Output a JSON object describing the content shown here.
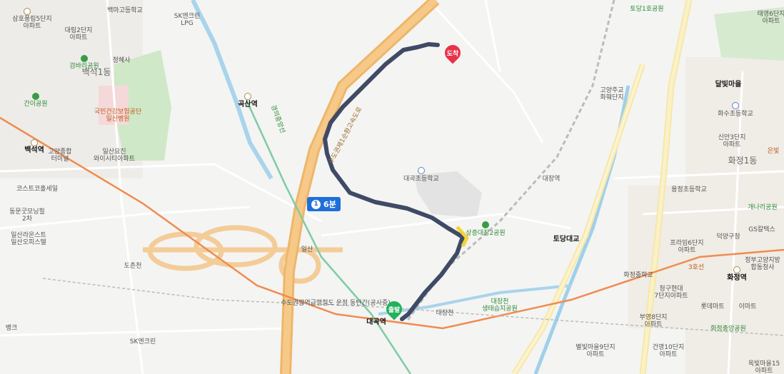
{
  "route": {
    "duration_badge": {
      "number": "1",
      "text": "6분"
    },
    "start_label": "출발",
    "end_label": "도착"
  },
  "labels": {
    "samho": "삼호풍림5단지\n아파트",
    "baekma_school": "백마고등학교",
    "sk_lpg": "SK엔크린\nLPG",
    "daelim": "대림2단지\n아파트",
    "jeonghyesa": "정혜사",
    "geombari_park": "검바리공원",
    "baekseok1": "백석1동",
    "ganyi_park": "간이공원",
    "hospital": "국민건강보험공단\n일산병원",
    "baekseok_station": "백석역",
    "goyang_terminal": "고양종합\n터미널",
    "ilsan_yojin": "일산요진\n와이시티아파트",
    "costco": "코스트코홀세일",
    "dongmun": "동문굿모닝힐\n2차",
    "ilsan_hotel": "일산라온스트\n일산오피스텔",
    "dochonchon": "도촌천",
    "gokssan_station": "곡산역",
    "daegok_school": "대곡초등학교",
    "daejang_station": "대장역",
    "sangeun_park": "상증대장2공원",
    "daegok_station": "대곡역",
    "daejangcheon": "대장천",
    "daejang_park": "대장천\n생태습지공원",
    "todang_bridge": "토당대교",
    "ilsan_ic": "일산",
    "goyang_ju": "고양주교\n화훼단지",
    "todang1": "토당1호공원",
    "taeyoung": "태영6단지\n아파트",
    "dalbit": "달빛마을",
    "hwasu_school": "화수초등학교",
    "sinan3": "신안3단지\n아파트",
    "hwajeong1": "화정1동",
    "eunbit": "은빛",
    "yongjeong_school": "용정초등학교",
    "gaenari_park": "개나리공원",
    "gs_mart": "GS칼텍스",
    "deokyang": "덕양구청",
    "prime6": "프라임6단지\n아파트",
    "jeongbu": "정부고양지방\n합동청사",
    "hwajeong_station": "화정역",
    "hwajeong_middle": "화정중학교",
    "cheonggu7": "청구현대\n7단지아파트",
    "lotte_mart": "롯데마트",
    "emart": "이마트",
    "buyoung8": "부영8단지\n아파트",
    "hwajeong_park": "화정충앙공원",
    "byeolbit9": "별빛마을9단지\n아파트",
    "geonyoung10": "건영10단지\n아파트",
    "okbit15": "옥빛마을15\n아파트",
    "sk_enclean2": "SK엔크린",
    "bank": "뱅크",
    "line_gyeongui": "경의중앙선",
    "line3": "3호선",
    "expressway": "수도권제1순환고속도로",
    "rail_text": "수도권광역급행철도 운정 동탄간(공사중)"
  }
}
